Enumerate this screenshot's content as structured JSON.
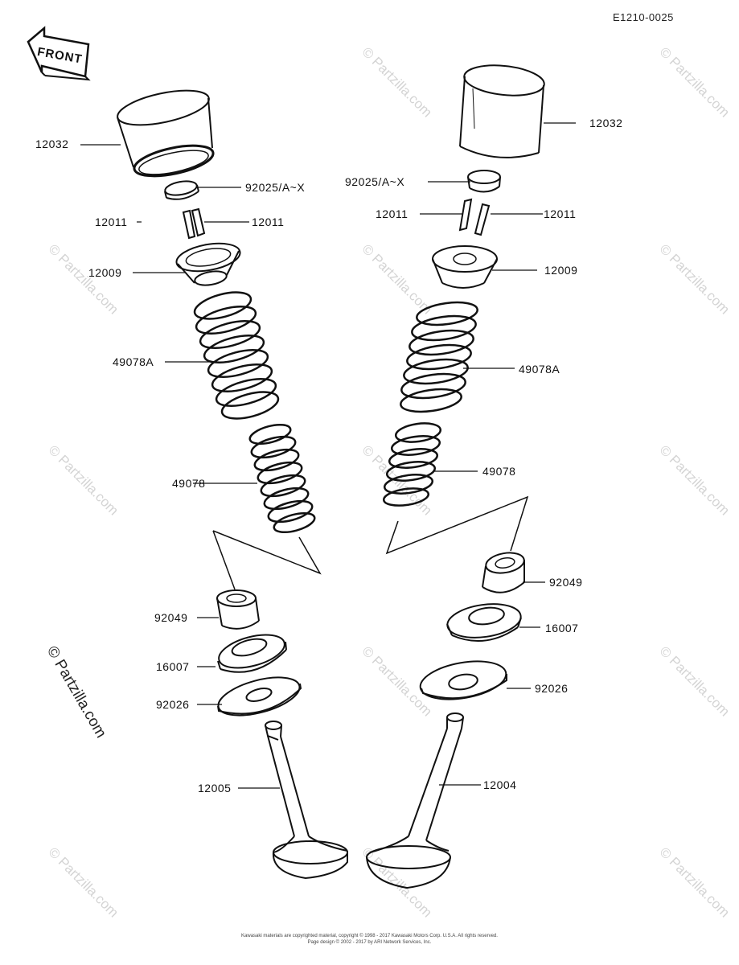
{
  "diagram": {
    "ref_code": "E1210-0025",
    "front_label": "FRONT",
    "watermark": "© Partzilla.com",
    "side_watermark": "© Partzilla.com",
    "copyright_line1": "Kawasaki materials are copyrighted material, copyright © 1998 - 2017 Kawasaki Motors Corp. U.S.A. All rights reserved.",
    "copyright_line2": "Page design © 2002 - 2017 by ARI Network Services, Inc.",
    "labels": {
      "tappet_left": "12032",
      "tappet_right": "12032",
      "shim_left": "92025/A~X",
      "shim_right": "92025/A~X",
      "cotter_left_a": "12011",
      "cotter_left_b": "12011",
      "cotter_right_a": "12011",
      "cotter_right_b": "12011",
      "retainer_left": "12009",
      "retainer_right": "12009",
      "outer_spring_left": "49078A",
      "outer_spring_right": "49078A",
      "inner_spring_left": "49078",
      "inner_spring_right": "49078",
      "seal_left": "92049",
      "seal_right": "92049",
      "seat_left": "16007",
      "seat_right": "16007",
      "washer_left": "92026",
      "washer_right": "92026",
      "valve_exhaust": "12005",
      "valve_intake": "12004"
    }
  }
}
